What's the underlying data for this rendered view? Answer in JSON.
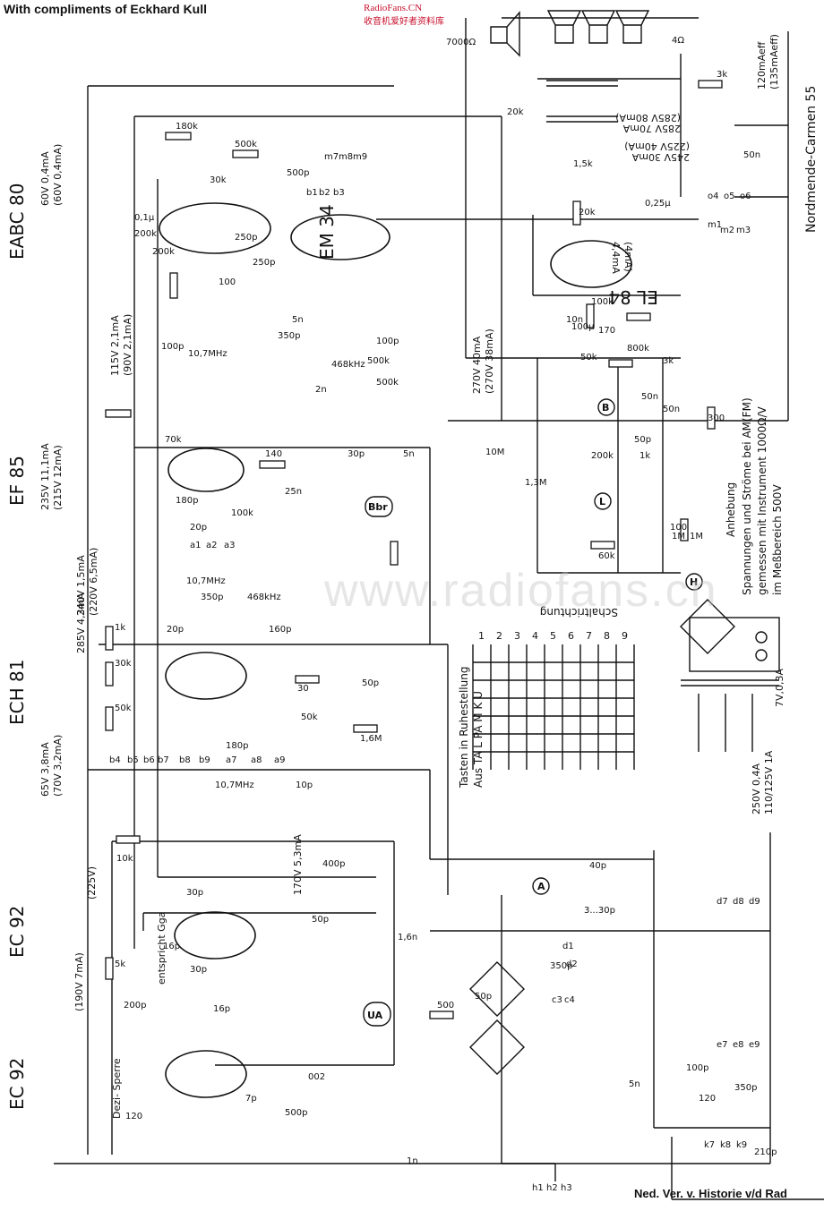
{
  "header": {
    "compliments": "With compliments of Eckhard Kull",
    "site_title": "RadioFans.CN",
    "site_subtitle": "收音机爱好者资料库"
  },
  "footer": "Ned. Ver. v. Historie v/d Rad",
  "watermark": "www.radiofans.cn",
  "tubes": [
    "EABC 80",
    "EF 85",
    "ECH 81",
    "EC 92",
    "EC 92",
    "EM 34",
    "EL 84"
  ],
  "model": "Nordmende-Carmen 55",
  "notes": {
    "measurement_line1": "Spannungen und Ströme bei AM(FM)",
    "measurement_line2": "gemessen mit Instrument 1000Ω/V",
    "measurement_line3": "im Meßbereich 500V",
    "anhebung": "Anhebung",
    "schaltrichtung": "Schaltrichtung",
    "tasten": "Tasten in Ruhestellung",
    "tasten_labels": "Aus TA L PA M K U",
    "entsprechend": "entspricht Gga",
    "dezi": "Dezi- Sperre"
  },
  "voltages": {
    "eabc": "60V 0,4mA",
    "eabc_fm": "(60V 0,4mA)",
    "ef85_a": "115V 2,1mA",
    "ef85_a_fm": "(90V 2,1mA)",
    "ef85_g": "235V 11,1mA",
    "ef85_g_fm": "(215V 12mA)",
    "ech_a": "240V 1,5mA",
    "ech_a_fm": "(220V 6,5mA)",
    "ech_b": "285V 4,3mA",
    "ech_c": "65V 3,8mA",
    "ech_c_fm": "(70V 3,2mA)",
    "ec92_a": "(225V)",
    "ec92_b": "(190V 7mA)",
    "ec92_c": "170V 5,3mA",
    "em34": "270V 40mA",
    "em34_fm": "(270V 38mA)",
    "el84_a": "285V 70mA",
    "el84_a_fm": "(285V 80mA)",
    "el84_b": "245V 30mA",
    "el84_b_fm": "(225V 40mA)",
    "el84_c": "4,4mA",
    "el84_c_fm": "(4mA)",
    "ls": "120mAeff",
    "ls_fm": "(135mAeff)",
    "pilot": "7V,0,3A",
    "mains": "250V 0,4A",
    "mains2": "110/125V 1A"
  },
  "components": [
    "180k",
    "500k",
    "30k",
    "500p",
    "250p",
    "250p",
    "200k",
    "200k",
    "0,1µ",
    "100",
    "100p",
    "10,7MHz",
    "350p",
    "468kHz",
    "5n",
    "2n",
    "500k",
    "100p",
    "500k",
    "70k",
    "140",
    "25n",
    "30p",
    "5n",
    "180p",
    "100k",
    "20p",
    "10,7MHz",
    "350p",
    "468kHz",
    "160p",
    "20p",
    "1k",
    "30k",
    "50k",
    "30",
    "50k",
    "50p",
    "1,6M",
    "180p",
    "10p",
    "10,7MHz",
    "10k",
    "30p",
    "16p",
    "400p",
    "50p",
    "1,6n",
    "5k",
    "200p",
    "30p",
    "16p",
    "120",
    "7p",
    "500p",
    "002",
    "1n",
    "500",
    "50p",
    "350p",
    "5n",
    "40p",
    "3...30p",
    "100p",
    "120",
    "350p",
    "210p",
    "20k",
    "1,5k",
    "20k",
    "100k",
    "170",
    "100µ",
    "800k",
    "10n",
    "50k",
    "3k",
    "300",
    "50n",
    "50n",
    "200k",
    "1k",
    "100",
    "60k",
    "10M",
    "1,3M",
    "50p",
    "7000Ω",
    "4Ω",
    "3k",
    "50n",
    "1M",
    "1M",
    "0,25µ"
  ],
  "switch_contacts": [
    "a1",
    "a2",
    "a3",
    "b4",
    "b5",
    "b6",
    "b7",
    "b8",
    "b9",
    "a7",
    "a8",
    "a9",
    "m7",
    "m8",
    "m9",
    "b1",
    "b2",
    "b3",
    "o4",
    "o5",
    "o6",
    "m1",
    "m2",
    "m3",
    "d1",
    "d2",
    "c3",
    "c4",
    "d7",
    "d8",
    "d9",
    "e7",
    "e8",
    "e9",
    "k7",
    "k8",
    "k9",
    "h1",
    "h2",
    "h3"
  ],
  "key_columns": [
    "1",
    "2",
    "3",
    "4",
    "5",
    "6",
    "7",
    "8",
    "9"
  ],
  "key_rows": [
    "U",
    "K",
    "M",
    "A",
    "PA",
    "L",
    "TA",
    "Aus"
  ],
  "test_points": [
    "B",
    "L",
    "H",
    "Bbr",
    "UA",
    "A"
  ]
}
